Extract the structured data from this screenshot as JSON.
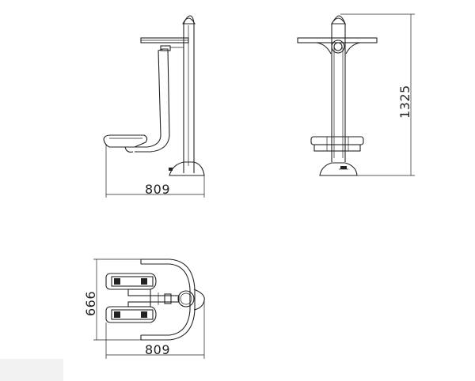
{
  "drawing": {
    "side_view": {
      "width_dimension": "809"
    },
    "front_view": {
      "height_dimension": "1325"
    },
    "top_view": {
      "depth_dimension": "666",
      "width_dimension": "809"
    }
  }
}
